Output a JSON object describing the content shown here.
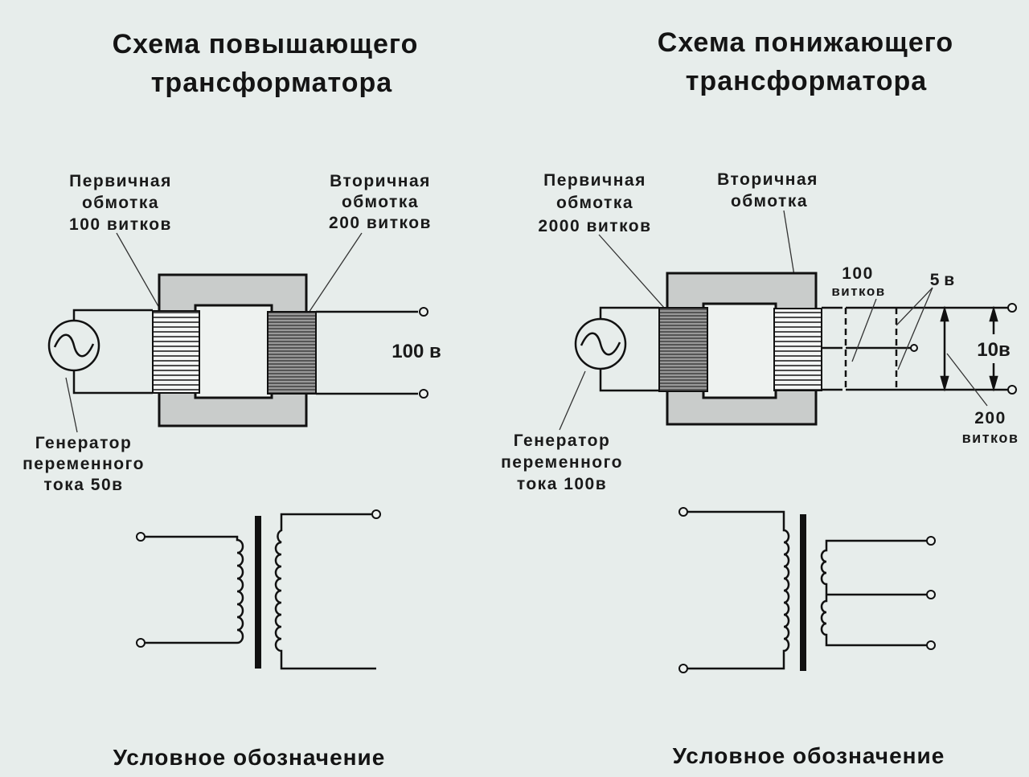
{
  "step_up": {
    "title_line1": "Схема повышающего",
    "title_line2": "трансформатора",
    "primary_label": [
      "Первичная",
      "обмотка",
      "100 витков"
    ],
    "secondary_label": [
      "Вторичная",
      "обмотка",
      "200 витков"
    ],
    "output_voltage": "100 в",
    "generator_label": [
      "Генератор",
      "переменного",
      "тока 50в"
    ],
    "symbol_caption": "Условное обозначение"
  },
  "step_down": {
    "title_line1": "Схема понижающего",
    "title_line2": "трансформатора",
    "primary_label": [
      "Первичная",
      "обмотка",
      "2000 витков"
    ],
    "secondary_label": [
      "Вторичная",
      "обмотка"
    ],
    "tap_turns": [
      "100",
      "витков"
    ],
    "tap_voltage": "5 в",
    "output_voltage": "10в",
    "total_turns": [
      "200",
      "витков"
    ],
    "generator_label": [
      "Генератор",
      "переменного",
      "тока 100в"
    ],
    "symbol_caption": "Условное обозначение"
  },
  "colors": {
    "background": "#e7edeb",
    "core": "#c9cccb",
    "ink": "#111111"
  }
}
